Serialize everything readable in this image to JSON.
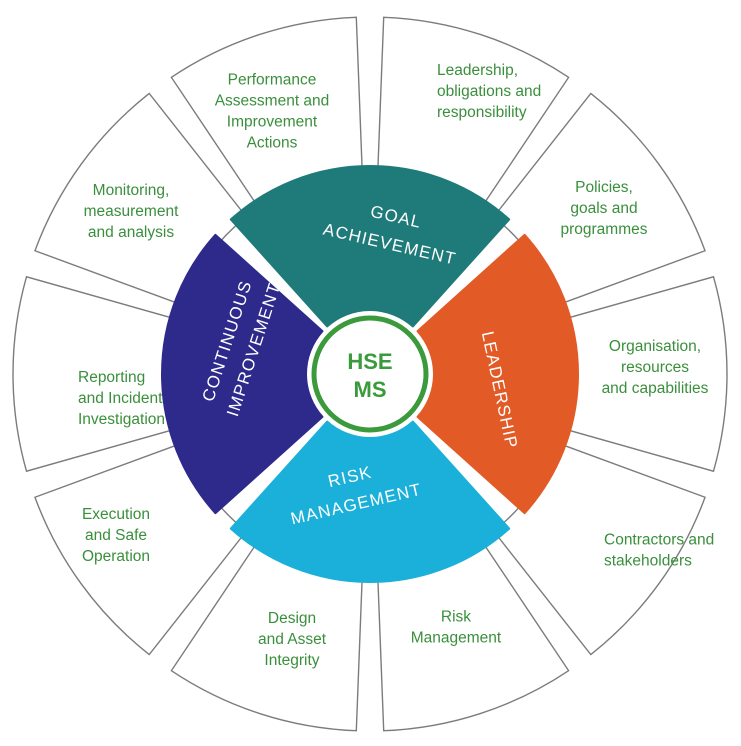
{
  "center": {
    "lines": [
      "HSE",
      "MS"
    ],
    "ring_color": "#3a9a3c"
  },
  "inner_ring": [
    {
      "lines": [
        "GOAL",
        "ACHIEVEMENT"
      ],
      "color": "#1f7b7a"
    },
    {
      "lines": [
        "LEADERSHIP"
      ],
      "color": "#e25a26"
    },
    {
      "lines": [
        "RISK",
        "MANAGEMENT"
      ],
      "color": "#1ab0d9"
    },
    {
      "lines": [
        "CONTINUOUS",
        "IMPROVEMENT"
      ],
      "color": "#2d2a8c"
    }
  ],
  "outer_ring": [
    {
      "lines": [
        "Performance",
        "Assessment and",
        "Improvement",
        "Actions"
      ]
    },
    {
      "lines": [
        "Leadership,",
        "obligations and",
        "responsibility"
      ]
    },
    {
      "lines": [
        "Policies,",
        "goals and",
        "programmes"
      ]
    },
    {
      "lines": [
        "Organisation,",
        "resources",
        "and capabilities"
      ]
    },
    {
      "lines": [
        "Contractors and",
        "stakeholders"
      ]
    },
    {
      "lines": [
        "Risk",
        "Management"
      ]
    },
    {
      "lines": [
        "Design",
        "and Asset",
        "Integrity"
      ]
    },
    {
      "lines": [
        "Execution",
        "and Safe",
        "Operation"
      ]
    },
    {
      "lines": [
        "Reporting",
        "and Incident",
        "Investigation"
      ]
    },
    {
      "lines": [
        "Monitoring,",
        "measurement",
        "and analysis"
      ]
    }
  ],
  "colors": {
    "outer_text": "#3a8f3c",
    "outer_stroke": "#7c7c7c"
  }
}
